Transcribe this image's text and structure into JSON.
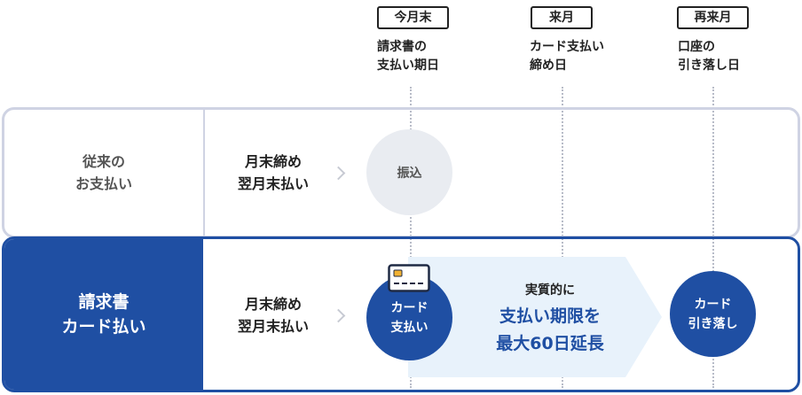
{
  "periods": [
    {
      "badge": "今月末",
      "caption": "請求書の\n支払い期日"
    },
    {
      "badge": "来月",
      "caption": "カード支払い\n締め日"
    },
    {
      "badge": "再来月",
      "caption": "口座の\n引き落し日"
    }
  ],
  "rows": {
    "traditional": {
      "label": "従来の\nお支払い",
      "closing": "月末締め\n翌月末払い",
      "circle": "振込"
    },
    "card": {
      "label": "請求書\nカード払い",
      "closing": "月末締め\n翌月末払い",
      "pay_circle": "カード\n支払い",
      "extension_line1": "実質的に",
      "extension_line2": "支払い期限を",
      "extension_line3": "最大60日延長",
      "debit_circle": "カード\n引き落し"
    }
  },
  "colors": {
    "navy": "#1f4fa3",
    "light_blue": "#e8f2fb",
    "grey_circle": "#e9ecf1",
    "row_border": "#cfd3e3"
  },
  "icons": [
    "credit-card-icon",
    "chevron-right-icon"
  ]
}
